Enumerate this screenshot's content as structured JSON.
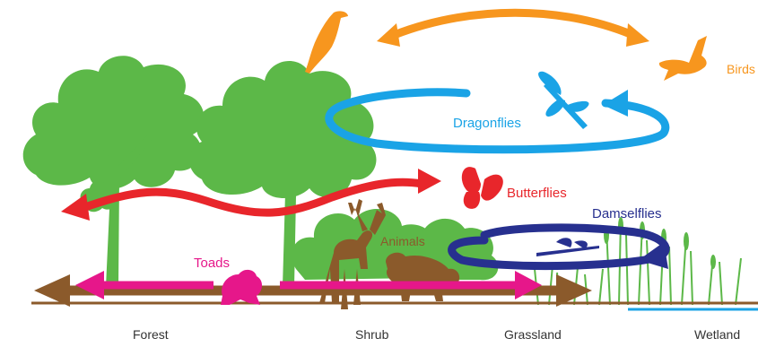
{
  "habitats": {
    "forest": "Forest",
    "shrub": "Shrub",
    "grassland": "Grassland",
    "wetland": "Wetland"
  },
  "animals": {
    "birds": "Birds",
    "dragonflies": "Dragonflies",
    "butterflies": "Butterflies",
    "damselflies": "Damselflies",
    "animals": "Animals",
    "toads": "Toads"
  },
  "colors": {
    "birds": "#f7961e",
    "dragonflies": "#1aa3e6",
    "butterflies": "#e8262b",
    "damselflies": "#27308f",
    "animals": "#8b5a2b",
    "toads": "#e6178a",
    "vegetation": "#5cb848",
    "ground": "#8b5a2b",
    "water": "#1aa3e6"
  }
}
